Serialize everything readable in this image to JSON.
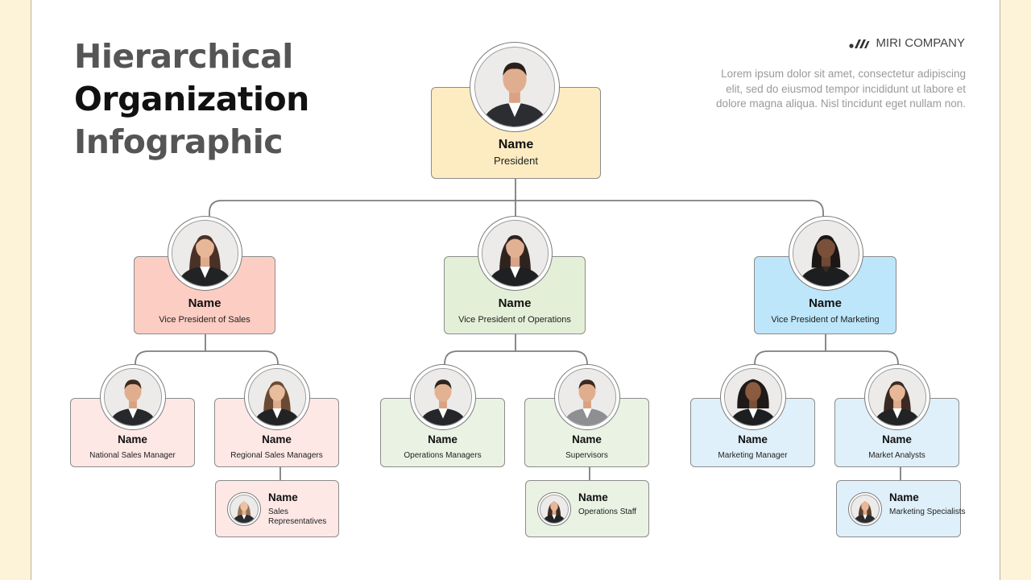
{
  "title": {
    "line1": "Hierarchical",
    "line2": "Organization",
    "line3": "Infographic"
  },
  "brand": {
    "name": "MIRI COMPANY",
    "logo_icon": "miri-logo-icon"
  },
  "description": "Lorem ipsum dolor sit amet, consectetur adipiscing elit, sed do eiusmod tempor incididunt ut labore et dolore magna aliqua. Nisl tincidunt eget nullam non.",
  "colors": {
    "president": "#fdecc2",
    "sales": "#fccdc3",
    "sales_light": "#fde8e6",
    "operations": "#e4efd8",
    "operations_light": "#eaf2e4",
    "marketing": "#bde6fb",
    "marketing_light": "#dff0fa"
  },
  "president": {
    "name": "Name",
    "role": "President"
  },
  "vps": [
    {
      "name": "Name",
      "role": "Vice President of Sales"
    },
    {
      "name": "Name",
      "role": "Vice President of Operations"
    },
    {
      "name": "Name",
      "role": "Vice President of Marketing"
    }
  ],
  "managers": [
    {
      "name": "Name",
      "role": "National Sales Manager"
    },
    {
      "name": "Name",
      "role": "Regional Sales Managers"
    },
    {
      "name": "Name",
      "role": "Operations Managers"
    },
    {
      "name": "Name",
      "role": "Supervisors"
    },
    {
      "name": "Name",
      "role": "Marketing Manager"
    },
    {
      "name": "Name",
      "role": "Market Analysts"
    }
  ],
  "staff": [
    {
      "name": "Name",
      "role": "Sales Representatives"
    },
    {
      "name": "Name",
      "role": "Operations Staff"
    },
    {
      "name": "Name",
      "role": "Marketing Specialists"
    }
  ]
}
